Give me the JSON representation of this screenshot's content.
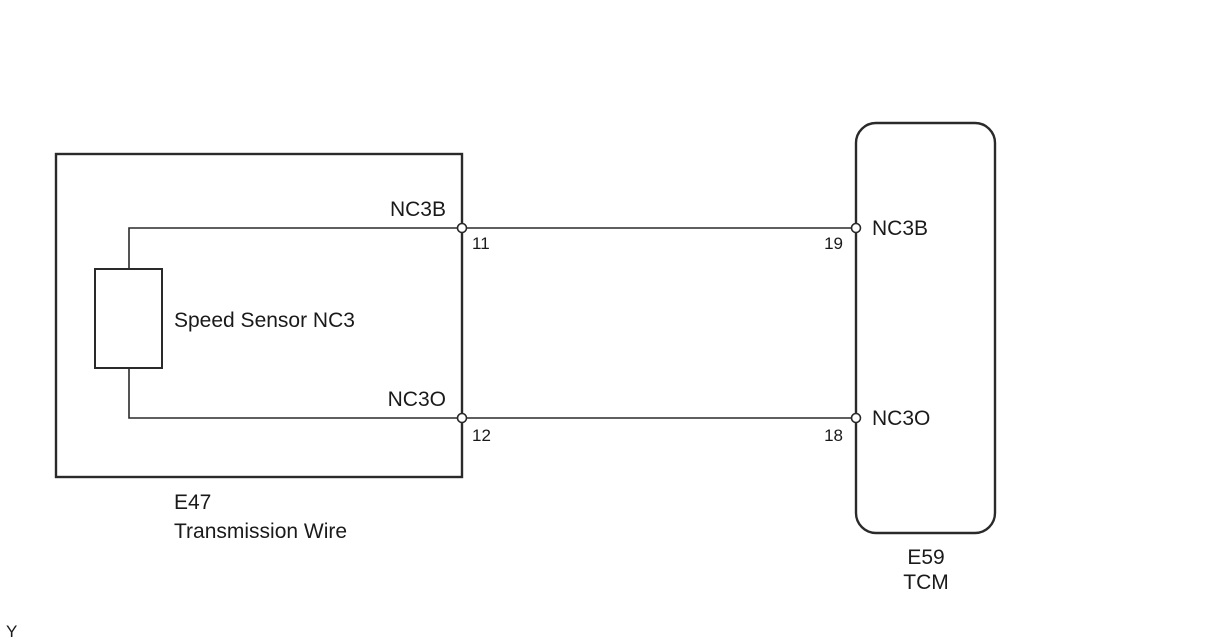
{
  "sensor": {
    "label": "Speed Sensor NC3"
  },
  "left_connector": {
    "code": "E47",
    "name": "Transmission Wire",
    "pins": [
      {
        "signal": "NC3B",
        "number": "11"
      },
      {
        "signal": "NC3O",
        "number": "12"
      }
    ]
  },
  "right_connector": {
    "code": "E59",
    "name": "TCM",
    "pins": [
      {
        "signal": "NC3B",
        "number": "19"
      },
      {
        "signal": "NC3O",
        "number": "18"
      }
    ]
  },
  "corner_mark": "Y"
}
